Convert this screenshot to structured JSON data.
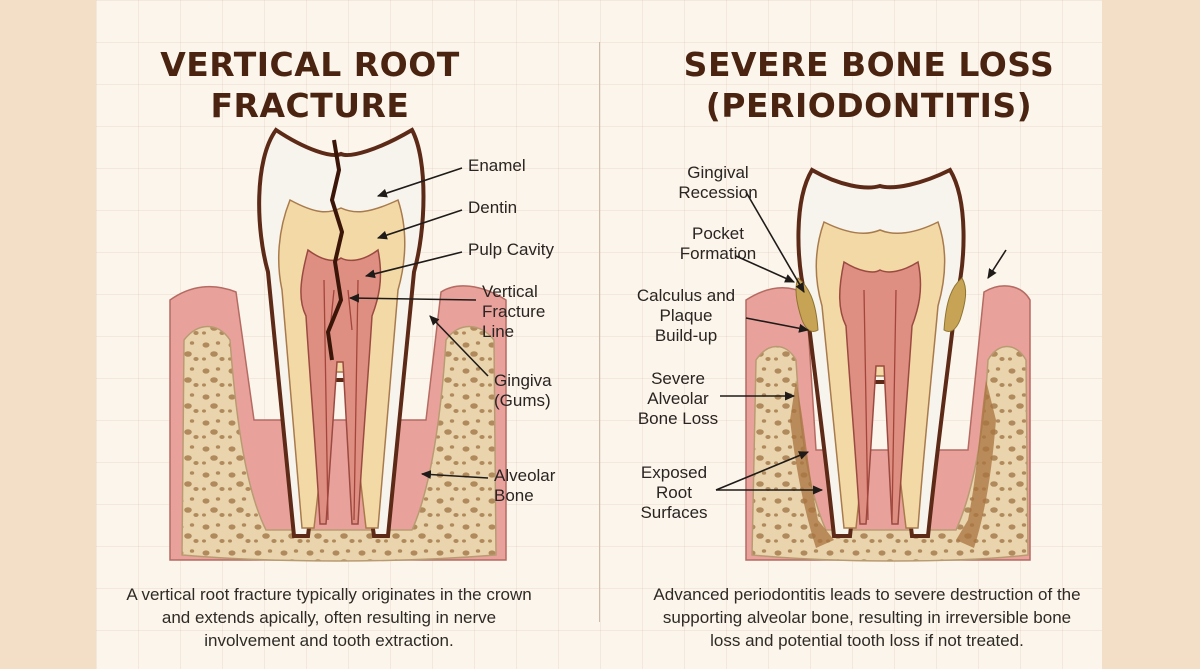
{
  "left_panel": {
    "title": "VERTICAL ROOT\nFRACTURE",
    "labels": {
      "enamel": "Enamel",
      "dentin": "Dentin",
      "pulp_cavity": "Pulp Cavity",
      "vertical_fracture_line": "Vertical\nFracture\nLine",
      "gingiva": "Gingiva\n(Gums)",
      "alveolar_bone": "Alveolar\nBone"
    },
    "description": "A vertical root fracture typically originates in the crown and extends apically, often resulting in nerve involvement and tooth extraction."
  },
  "right_panel": {
    "title": "SEVERE BONE LOSS\n(PERIODONTITIS)",
    "labels": {
      "gingival_recession": "Gingival\nRecession",
      "pocket_formation": "Pocket\nFormation",
      "calculus_plaque": "Calculus and\nPlaque\nBuild-up",
      "severe_bone_loss": "Severe\nAlveolar\nBone Loss",
      "exposed_root": "Exposed\nRoot\nSurfaces"
    },
    "description": "Advanced periodontitis leads to severe destruction of the supporting alveolar bone, resulting in irreversible bone loss and potential tooth loss if not treated."
  },
  "colors": {
    "title": "#4a2411",
    "gum": "#e9a29b",
    "bone": "#ead4ad",
    "dentin": "#f2d9a6",
    "pulp": "#df8f82",
    "enamel": "#f7f4ee",
    "outline": "#5c2a17",
    "calculus": "#c7a455"
  }
}
